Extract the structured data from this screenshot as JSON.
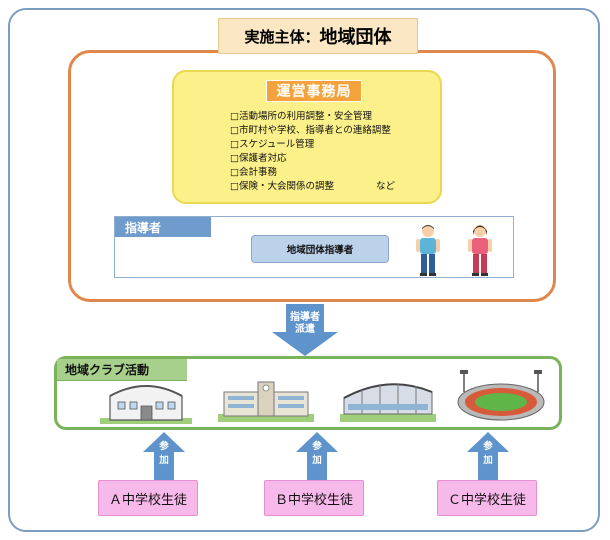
{
  "top_title": {
    "prefix": "実施主体：",
    "main": "地域団体"
  },
  "office": {
    "title": "運営事務局",
    "items": [
      "□活動場所の利用調整・安全管理",
      "□市町村や学校、指導者との連絡調整",
      "□スケジュール管理",
      "□保護者対応",
      "□会計事務",
      "□保険・大会関係の調整"
    ],
    "etc": "など"
  },
  "coach": {
    "tab": "指導者",
    "name": "地域団体指導者"
  },
  "dispatch": {
    "line1": "指導者",
    "line2": "派遣"
  },
  "club": {
    "tab": "地域クラブ活動"
  },
  "join": {
    "line1": "参",
    "line2": "加"
  },
  "students": [
    "Ａ中学校生徒",
    "Ｂ中学校生徒",
    "Ｃ中学校生徒"
  ],
  "colors": {
    "frame": "#7d9dc0",
    "org_border": "#e0884c",
    "office_fill": "#fcf08a",
    "office_title": "#f4a23c",
    "coach_tab": "#6f9ccc",
    "arrow": "#5e93cc",
    "club_border": "#7bb35a",
    "student_fill": "#f7b8ea"
  }
}
